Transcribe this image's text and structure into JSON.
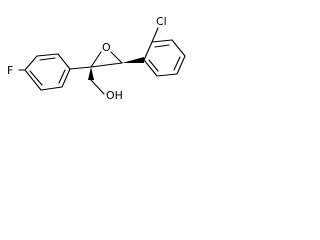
{
  "molecule": {
    "atoms": {
      "fluorine": "F",
      "chlorine": "Cl",
      "epoxide_oxygen": "O",
      "hydroxyl": "OH"
    },
    "colors": {
      "bond": "#000000",
      "text": "#000000",
      "background": "#ffffff"
    }
  }
}
